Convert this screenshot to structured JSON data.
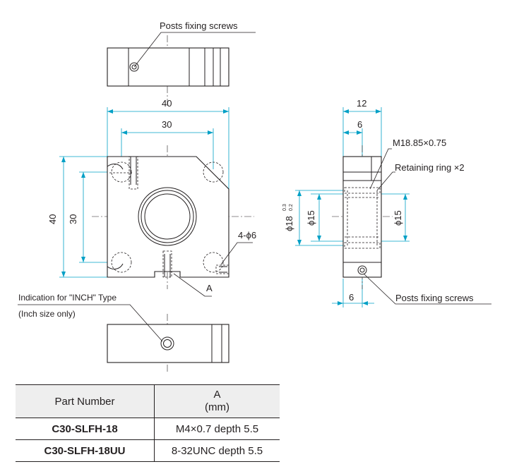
{
  "labels": {
    "posts_fixing_screws_top": "Posts fixing screws",
    "posts_fixing_screws_side": "Posts fixing screws",
    "m_thread": "M18.85×0.75",
    "retaining_ring": "Retaining ring ×2",
    "holes": "4-ϕ6",
    "a_marker": "A",
    "inch_indication_line1": "Indication for \"INCH\" Type",
    "inch_indication_line2": "(Inch size only)"
  },
  "dimensions": {
    "front_width": "40",
    "front_hole_spacing_x": "30",
    "front_height": "40",
    "front_hole_spacing_y": "30",
    "side_width": "12",
    "side_half_width": "6",
    "side_bore_left": "ϕ15",
    "side_bore_right": "ϕ15",
    "side_outer_dia": "ϕ18",
    "side_outer_tol_upper": "0.3",
    "side_outer_tol_lower": "0.2",
    "side_screw_offset": "6"
  },
  "table": {
    "headers": {
      "part_number": "Part Number",
      "a": "A",
      "a_unit": "(mm)"
    },
    "rows": [
      {
        "part_number": "C30-SLFH-18",
        "a": "M4×0.7 depth 5.5"
      },
      {
        "part_number": "C30-SLFH-18UU",
        "a": "8-32UNC depth 5.5"
      }
    ]
  }
}
